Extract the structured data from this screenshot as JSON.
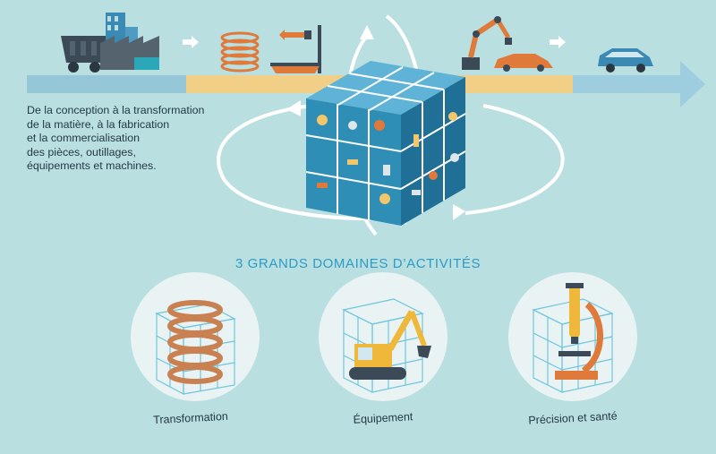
{
  "description_lines": [
    "De la conception à la transformation",
    "de la matière, à la fabrication",
    "et la commercialisation",
    "des pièces, outillages,",
    "équipements et machines."
  ],
  "heading": "3 GRANDS DOMAINES D’ACTIVITÉS",
  "domains": [
    {
      "label": "Transformation",
      "icon": "spring-icon"
    },
    {
      "label": "Équipement",
      "icon": "excavator-icon"
    },
    {
      "label": "Précision et santé",
      "icon": "microscope-icon"
    }
  ],
  "process_steps": [
    "mine-cart-icon",
    "factory-icon",
    "spring-icon",
    "screw-icon",
    "robot-arm-icon",
    "car-icon"
  ],
  "colors": {
    "background": "#b9dfe0",
    "cube": "#2f8eb5",
    "accent_orange": "#e07a3a",
    "band_yellow": "#f2cf87",
    "heading_blue": "#2d9bc8"
  }
}
